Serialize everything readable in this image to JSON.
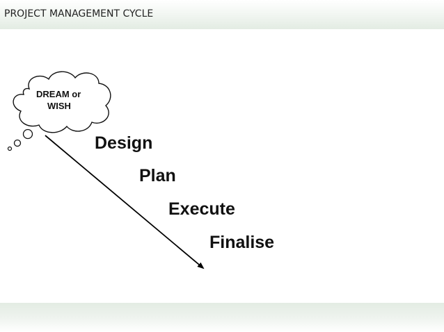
{
  "header": {
    "title": "PROJECT MANAGEMENT CYCLE"
  },
  "thought_bubble": {
    "line1": "DREAM or",
    "line2": "WISH"
  },
  "stages": [
    "Design",
    "Plan",
    "Execute",
    "Finalise"
  ],
  "colors": {
    "band": "#e3ece3",
    "text": "#111111",
    "arrow": "#000000"
  }
}
